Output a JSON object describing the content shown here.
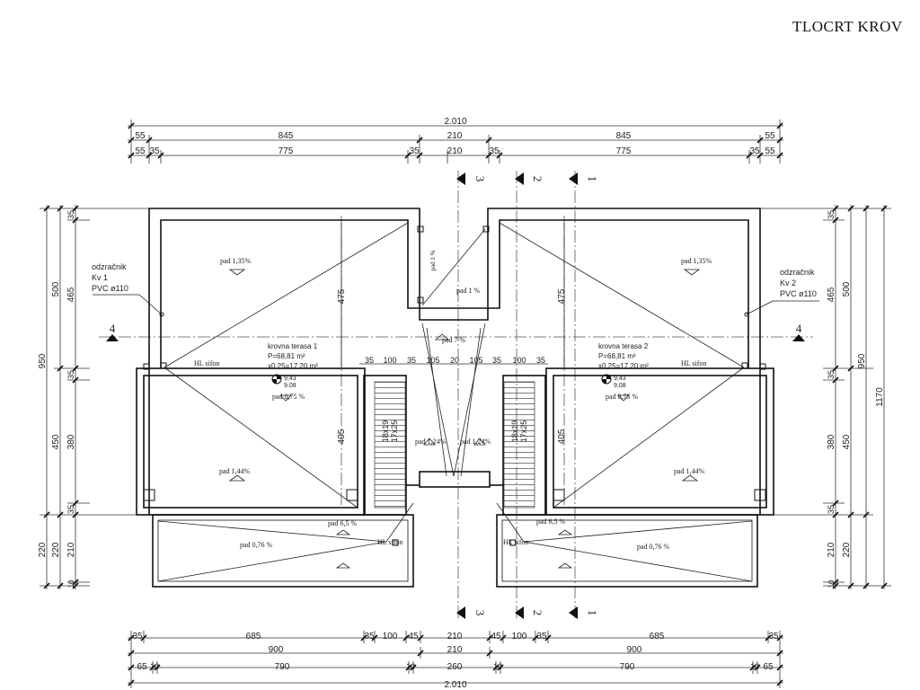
{
  "title": "TLOCRT KROV",
  "dims": {
    "top_total": "2.010",
    "top_row2": [
      "55",
      "845",
      "210",
      "845",
      "55"
    ],
    "top_row3": [
      "55",
      "35",
      "775",
      "35",
      "210",
      "35",
      "775",
      "35",
      "55"
    ],
    "bottom_row1": [
      "35",
      "685",
      "35",
      "100",
      "45",
      "210",
      "45",
      "100",
      "35",
      "685",
      "35"
    ],
    "bottom_row2": [
      "900",
      "210",
      "900"
    ],
    "bottom_row3": [
      "65",
      "10",
      "790",
      "10",
      "260",
      "10",
      "790",
      "10",
      "65"
    ],
    "bottom_total": "2.010",
    "left_outer": [
      "950",
      "220"
    ],
    "left_mid": [
      "500",
      "450",
      "220"
    ],
    "left_inner": [
      "35",
      "465",
      "35",
      "380",
      "35",
      "210",
      "10"
    ],
    "right_inner": [
      "35",
      "465",
      "35",
      "380",
      "35",
      "210",
      "10"
    ],
    "right_mid": [
      "500",
      "450",
      "220"
    ],
    "right_outer": [
      "950",
      "1170"
    ]
  },
  "sections": {
    "s1": "1",
    "s2": "2",
    "s3": "3",
    "s4": "4"
  },
  "labels": {
    "vent_left": [
      "odzračnik",
      "Kv 1",
      "PVC ø110"
    ],
    "vent_right": [
      "odzračnik",
      "Kv 2",
      "PVC ø110"
    ],
    "terrace_left": [
      "krovna terasa 1",
      "P=68,81 m²",
      "x0,25=17,20 m²"
    ],
    "terrace_right": [
      "krovna terasa 2",
      "P=68,81 m²",
      "x0,25=17,20 m²"
    ],
    "level_top": "9,43",
    "level_bottom": "9,08",
    "hl_sifon": "HL sifon",
    "pad_135": "pad 1,35%",
    "pad_144": "pad 1,44%",
    "pad_075": "pad 0,75 %",
    "pad_65": "pad 6,5 %",
    "pad_076": "pad 0,76 %",
    "pad_1": "pad 1 %",
    "pad_7": "pad 7 %",
    "pad_124": "pad 1,24%",
    "stairs_a": "18x19",
    "stairs_b": "17x25",
    "d475": "475",
    "d405": "405",
    "d35": "35",
    "d100": "100",
    "d105": "105",
    "d20": "20",
    "d210": "210"
  }
}
